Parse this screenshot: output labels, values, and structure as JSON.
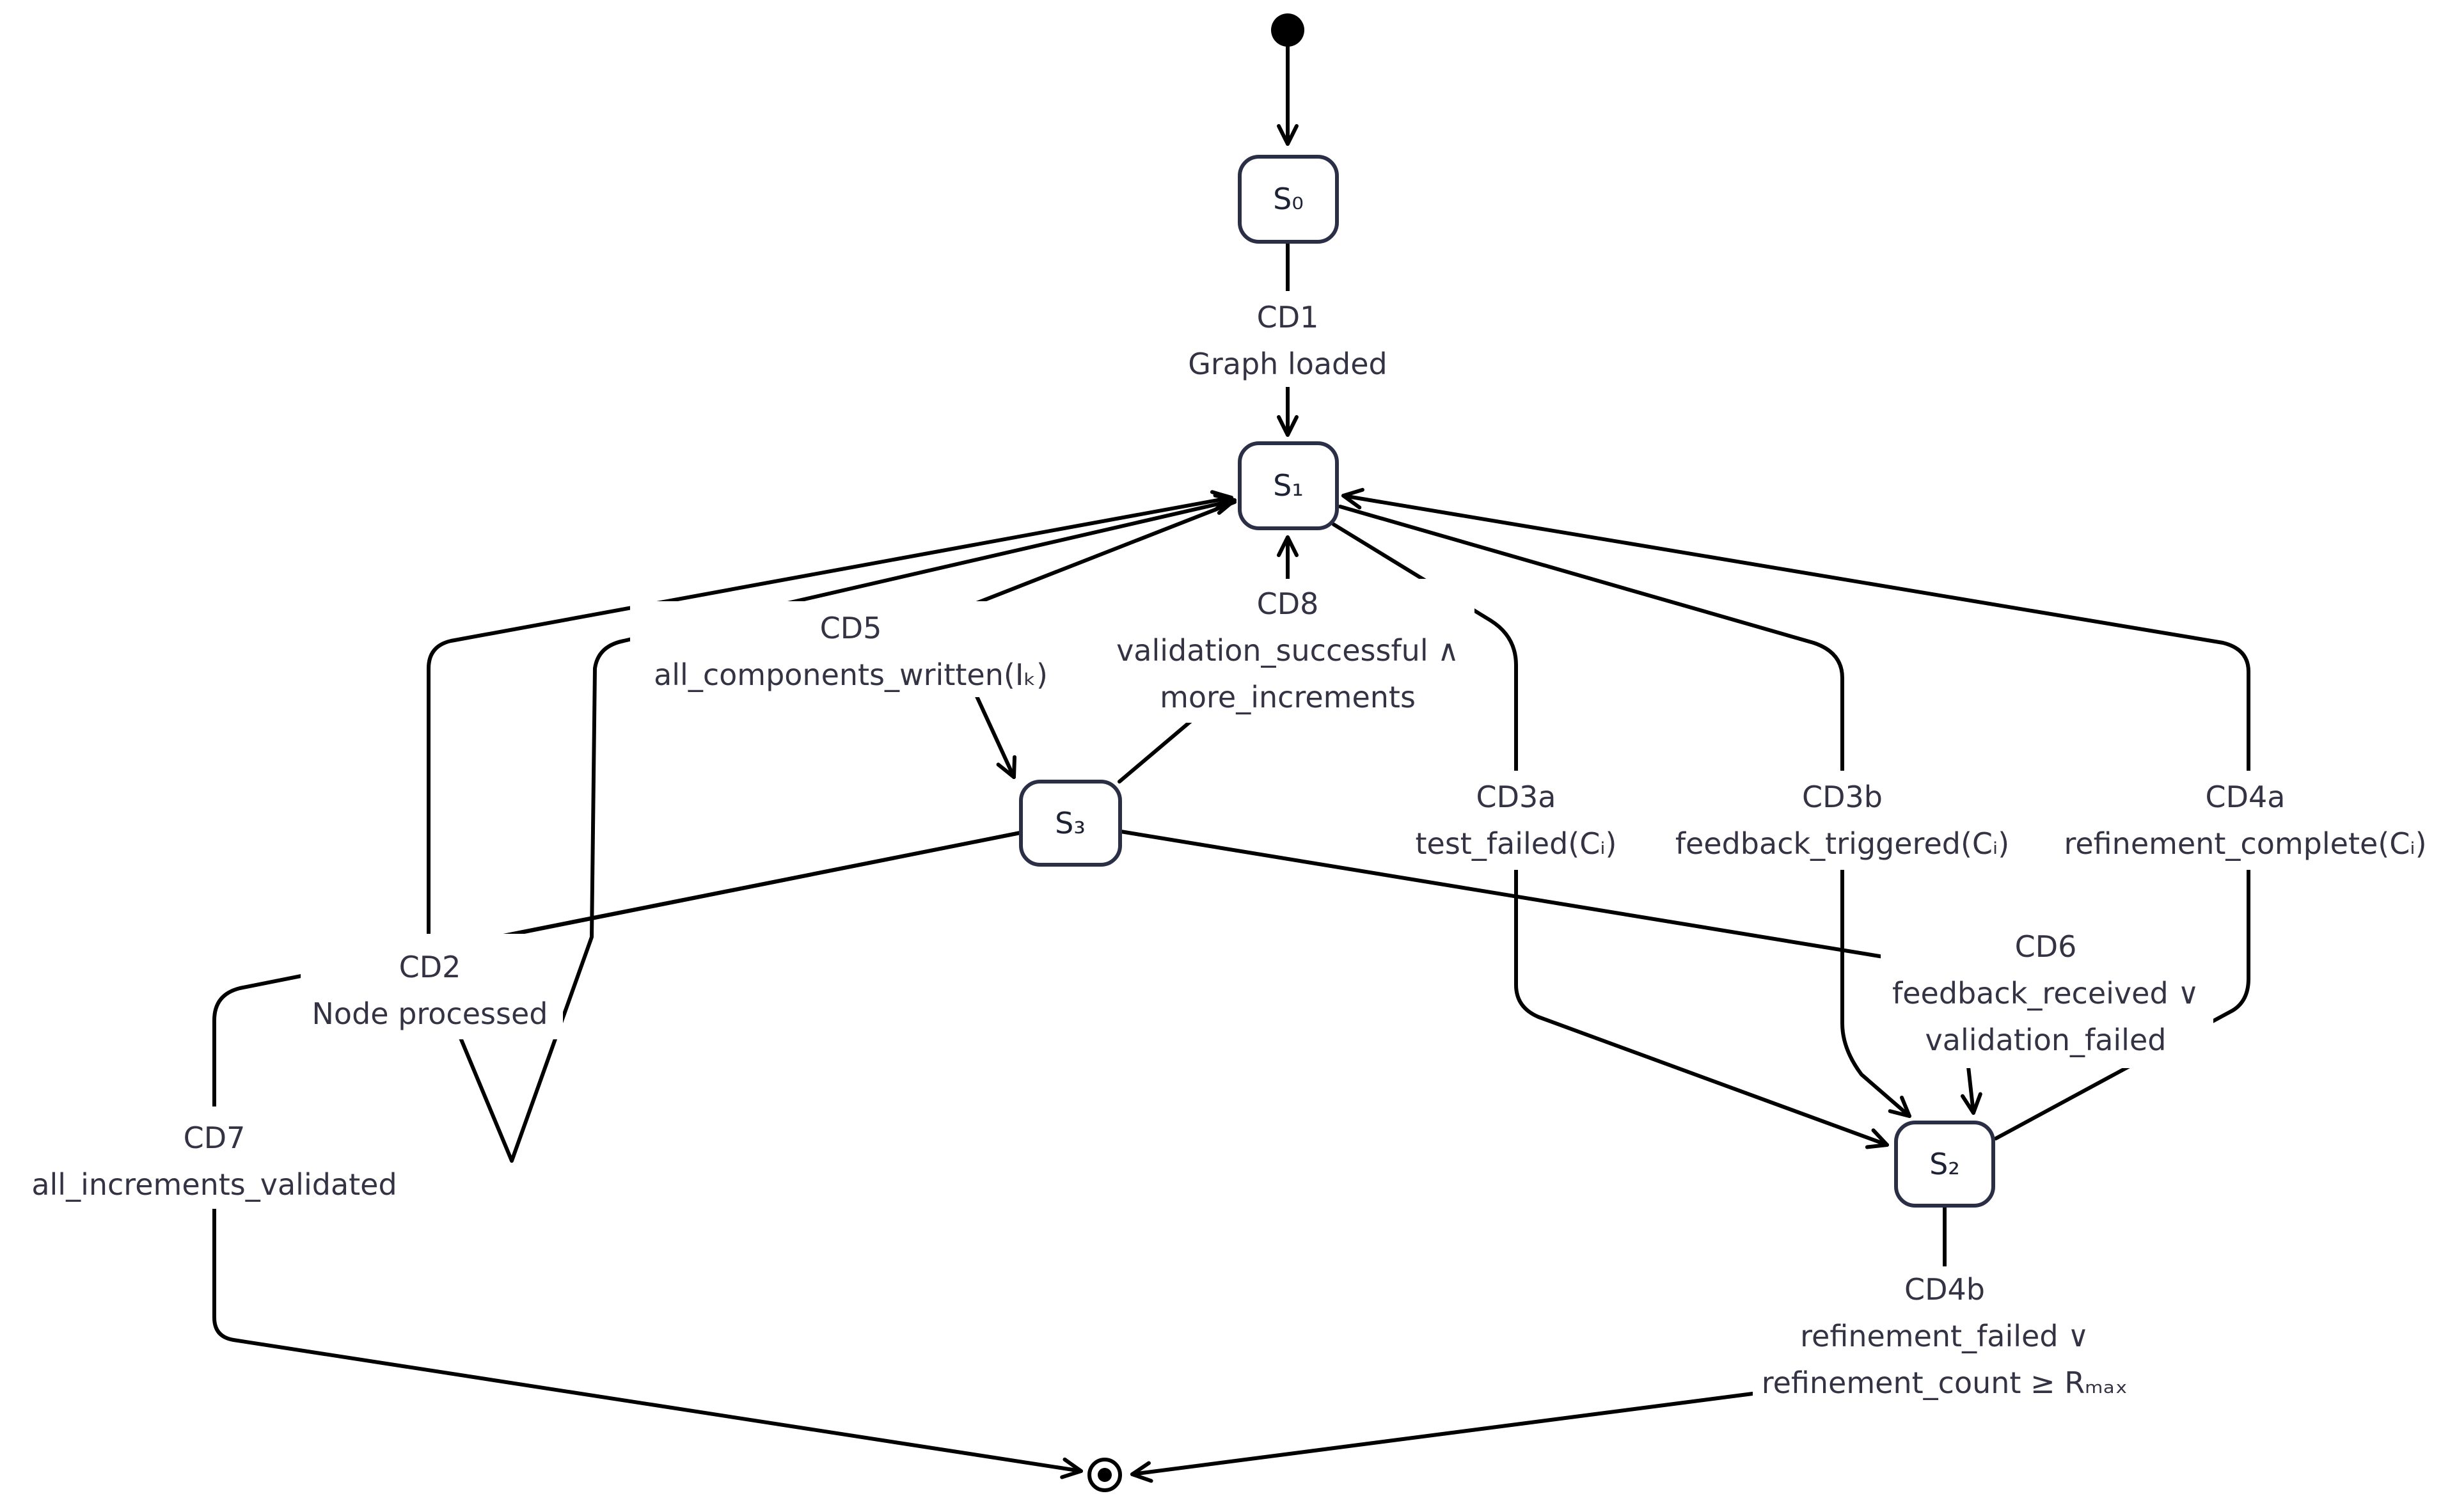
{
  "states": {
    "s0": "S₀",
    "s1": "S₁",
    "s2": "S₂",
    "s3": "S₃"
  },
  "transitions": {
    "cd1": {
      "id": "CD1",
      "line1": "Graph loaded"
    },
    "cd2": {
      "id": "CD2",
      "line1": "Node processed"
    },
    "cd3a": {
      "id": "CD3a",
      "line1": "test_failed(Cᵢ)"
    },
    "cd3b": {
      "id": "CD3b",
      "line1": "feedback_triggered(Cᵢ)"
    },
    "cd4a": {
      "id": "CD4a",
      "line1": "refinement_complete(Cᵢ)"
    },
    "cd4b": {
      "id": "CD4b",
      "line1": "refinement_failed ∨",
      "line2": "refinement_count ≥ Rₘₐₓ"
    },
    "cd5": {
      "id": "CD5",
      "line1": "all_components_written(Iₖ)"
    },
    "cd6": {
      "id": "CD6",
      "line1": "feedback_received ∨",
      "line2": "validation_failed"
    },
    "cd7": {
      "id": "CD7",
      "line1": "all_increments_validated"
    },
    "cd8": {
      "id": "CD8",
      "line1": "validation_successful ∧",
      "line2": "more_increments"
    }
  },
  "colors": {
    "state_stroke": "#2b2f45",
    "edge": "#000000",
    "label_text": "#333344"
  }
}
